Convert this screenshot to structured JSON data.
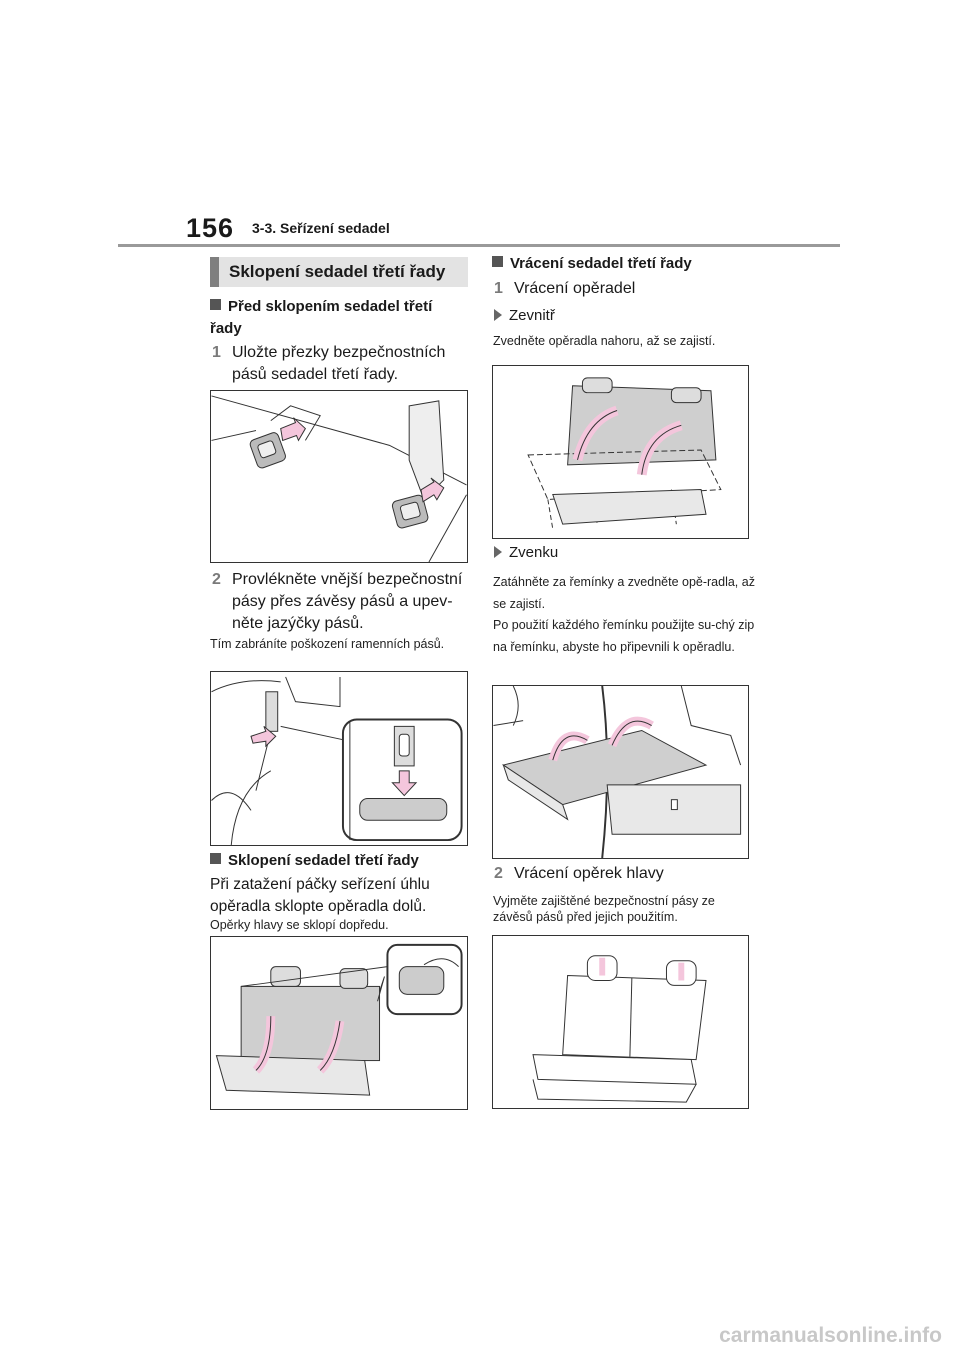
{
  "header": {
    "page_number": "156",
    "section": "3-3. Seřízení sedadel"
  },
  "tab_title": "Sklopení sedadel třetí řady",
  "left": {
    "h_before": "Před sklopením sedadel třetí řady",
    "step1_num": "1",
    "step1_text": "Uložte přezky bezpečnostních pásů sedadel třetí řady.",
    "step2_num": "2",
    "step2_text": "Provlékněte vnější bezpečnostní pásy přes závěsy pásů a upev-něte jazýčky pásů.",
    "step2_note": "Tím zabráníte poškození ramenních pásů.",
    "h_fold": "Sklopení sedadel třetí řady",
    "fold_text": "Při zatažení páčky seřízení úhlu opěradla sklopte opěradla dolů.",
    "fold_note": "Opěrky hlavy se sklopí dopředu."
  },
  "right": {
    "h_return": "Vrácení sedadel třetí řady",
    "step1_num": "1",
    "step1_text": "Vrácení opěradel",
    "inside_label": "Zevnitř",
    "inside_note": "Zvedněte opěradla nahoru, až se zajistí.",
    "outside_label": "Zvenku",
    "outside_note1": "Zatáhněte za řemínky a zvedněte opě-radla, až se zajistí.",
    "outside_note2": "Po použití každého řemínku použijte su-chý zip na řemínku, abyste ho připevnili k opěradlu.",
    "step2_num": "2",
    "step2_text": "Vrácení opěrek hlavy",
    "step2_note": "Vyjměte zajištěné bezpečnostní pásy ze závěsů pásů před jejich použitím."
  },
  "watermark": "carmanualsonline.info",
  "colors": {
    "arrow_fill": "#f4c6dc",
    "seat_gray": "#cfcfcf",
    "rule": "#9a9a9a"
  }
}
